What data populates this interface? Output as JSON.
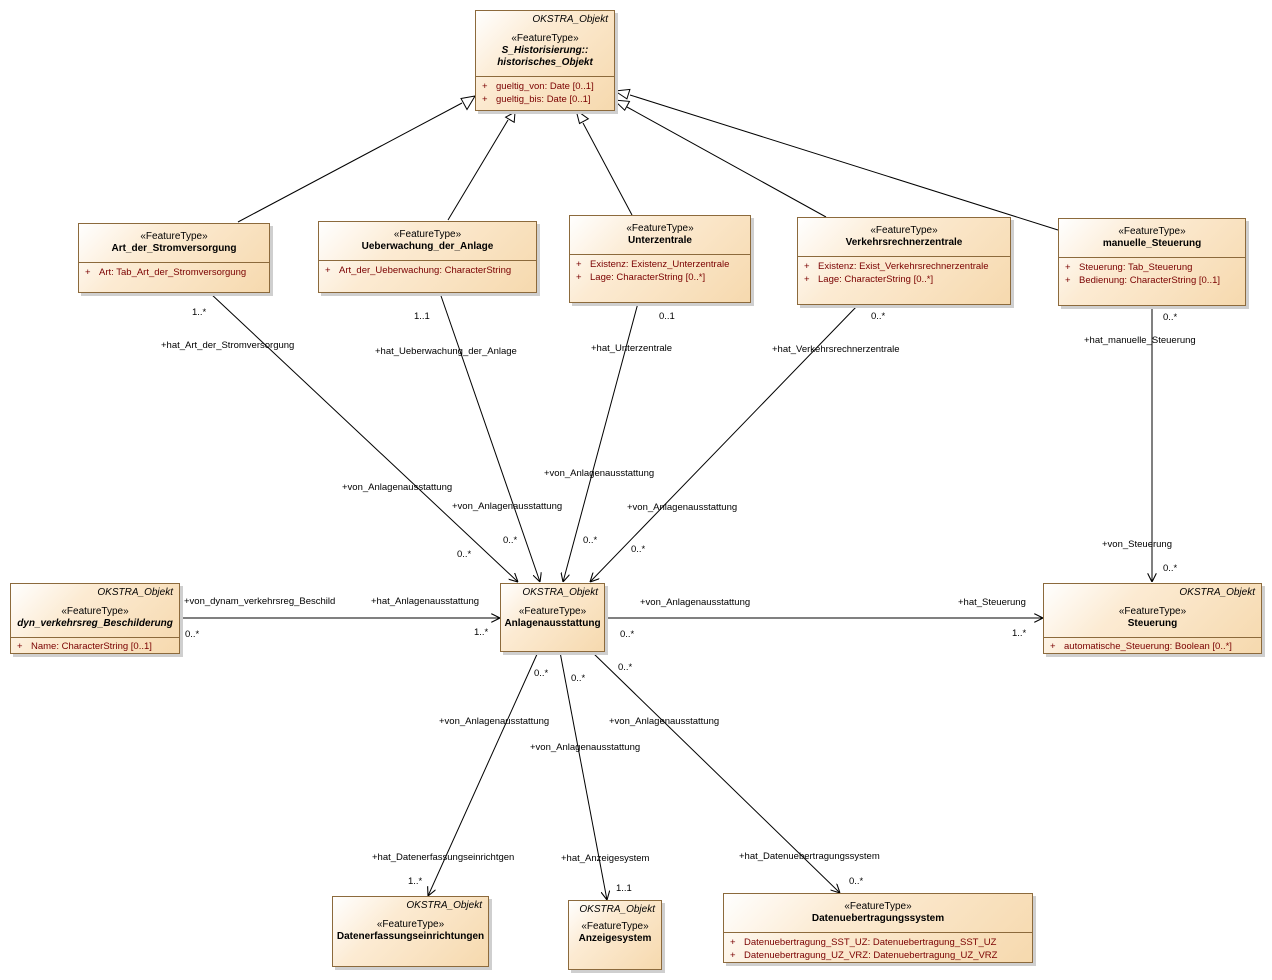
{
  "classes": {
    "hist": {
      "package": "OKSTRA_Objekt",
      "stereotype": "«FeatureType»",
      "name_line1": "S_Historisierung::",
      "name_line2": "historisches_Objekt",
      "attrs": [
        "gueltig_von: Date [0..1]",
        "gueltig_bis: Date [0..1]"
      ]
    },
    "art": {
      "stereotype": "«FeatureType»",
      "name": "Art_der_Stromversorgung",
      "attrs": [
        "Art: Tab_Art_der_Stromversorgung"
      ]
    },
    "ueb": {
      "stereotype": "«FeatureType»",
      "name": "Ueberwachung_der_Anlage",
      "attrs": [
        "Art_der_Ueberwachung: CharacterString"
      ]
    },
    "uz": {
      "stereotype": "«FeatureType»",
      "name": "Unterzentrale",
      "attrs": [
        "Existenz: Existenz_Unterzentrale",
        "Lage: CharacterString [0..*]"
      ]
    },
    "vrz": {
      "stereotype": "«FeatureType»",
      "name": "Verkehrsrechnerzentrale",
      "attrs": [
        "Existenz: Exist_Verkehrsrechnerzentrale",
        "Lage: CharacterString [0..*]"
      ]
    },
    "man": {
      "stereotype": "«FeatureType»",
      "name": "manuelle_Steuerung",
      "attrs": [
        "Steuerung: Tab_Steuerung",
        "Bedienung: CharacterString [0..1]"
      ]
    },
    "dyn": {
      "package": "OKSTRA_Objekt",
      "stereotype": "«FeatureType»",
      "name": "dyn_verkehrsreg_Beschilderung",
      "attrs": [
        "Name: CharacterString [0..1]"
      ]
    },
    "anl": {
      "package": "OKSTRA_Objekt",
      "stereotype": "«FeatureType»",
      "name": "Anlagenausstattung"
    },
    "ste": {
      "package": "OKSTRA_Objekt",
      "stereotype": "«FeatureType»",
      "name": "Steuerung",
      "attrs": [
        "automatische_Steuerung: Boolean [0..*]"
      ]
    },
    "dae": {
      "package": "OKSTRA_Objekt",
      "stereotype": "«FeatureType»",
      "name": "Datenerfassungseinrichtungen"
    },
    "anz": {
      "package": "OKSTRA_Objekt",
      "stereotype": "«FeatureType»",
      "name": "Anzeigesystem"
    },
    "dat": {
      "stereotype": "«FeatureType»",
      "name": "Datenuebertragungssystem",
      "attrs": [
        "Datenuebertragung_SST_UZ: Datenuebertragung_SST_UZ",
        "Datenuebertragung_UZ_VRZ: Datenuebertragung_UZ_VRZ"
      ]
    }
  },
  "labels": {
    "l1": "+hat_Art_der_Stromversorgung",
    "m1": "1..*",
    "l2": "+von_Anlagenausstattung",
    "m2": "0..*",
    "l3": "+hat_Ueberwachung_der_Anlage",
    "m3": "1..1",
    "l4": "+von_Anlagenausstattung",
    "m4": "0..*",
    "l5": "+hat_Unterzentrale",
    "m5": "0..1",
    "l6": "+von_Anlagenausstattung",
    "m6": "0..*",
    "l7": "+hat_Verkehrsrechnerzentrale",
    "m7": "0..*",
    "l8": "+von_Anlagenausstattung",
    "m8": "0..*",
    "l9": "+hat_manuelle_Steuerung",
    "m9": "0..*",
    "l10": "+von_Steuerung",
    "m10": "0..*",
    "l11": "+von_dynam_verkehrsreg_Beschild",
    "m11": "0..*",
    "l12": "+hat_Anlagenausstattung",
    "m12": "1..*",
    "l13": "+von_Anlagenausstattung",
    "m13": "0..*",
    "l14": "+hat_Steuerung",
    "m14": "1..*",
    "l15": "+von_Anlagenausstattung",
    "m15": "0..*",
    "l16": "+hat_Datenerfassungseinrichtgen",
    "m16": "1..*",
    "l17": "+von_Anlagenausstattung",
    "m17": "0..*",
    "l18": "+hat_Anzeigesystem",
    "m18": "1..1",
    "l19": "+von_Anlagenausstattung",
    "m19": "0..*",
    "l20": "+hat_Datenuebertragungssystem",
    "m20": "0..*"
  },
  "colors": {
    "box_fill_start": "#ffffff",
    "box_fill_end": "#f6d9ae",
    "border": "#8c6a3c",
    "attribute_text": "#7a0000"
  }
}
